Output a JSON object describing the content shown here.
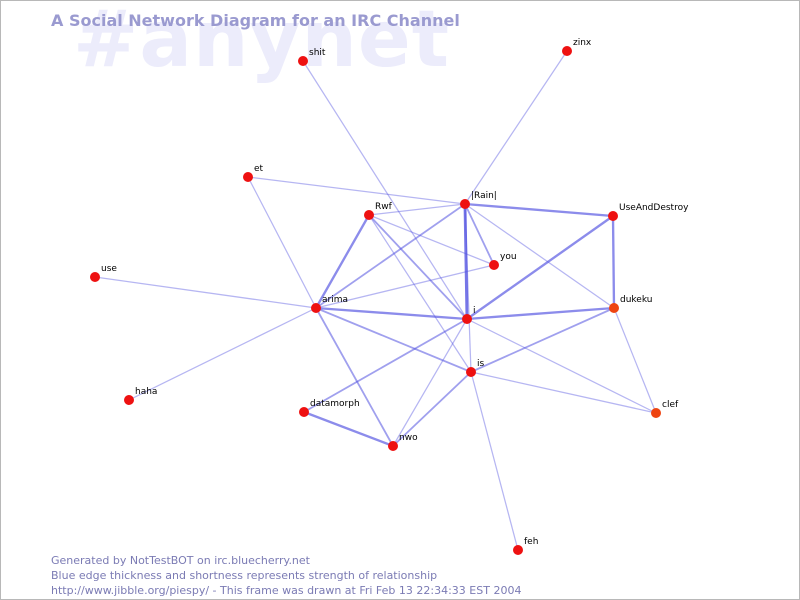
{
  "watermark": "#anynet",
  "title": "A Social Network Diagram for an IRC Channel",
  "footer": {
    "line1": "Generated by NotTestBOT on irc.bluecherry.net",
    "line2": "Blue edge thickness and shortness represents strength of relationship",
    "line3": "http://www.jibble.org/piespy/ - This frame was drawn at Fri Feb 13 22:34:33 EST 2004"
  },
  "colors": {
    "edge": "#5050e0",
    "node_red": "#ee1111",
    "node_orange": "#ee4411",
    "title": "#9a9ad0",
    "watermark": "#ececfb"
  },
  "nodes": [
    {
      "id": "shit",
      "label": "shit",
      "color": "red"
    },
    {
      "id": "zinx",
      "label": "zinx",
      "color": "red"
    },
    {
      "id": "et",
      "label": "et",
      "color": "red"
    },
    {
      "id": "Rain",
      "label": "|Rain|",
      "color": "red"
    },
    {
      "id": "UseAndDestroy",
      "label": "UseAndDestroy",
      "color": "red"
    },
    {
      "id": "Rwf",
      "label": "Rwf",
      "color": "red"
    },
    {
      "id": "you",
      "label": "you",
      "color": "red"
    },
    {
      "id": "use",
      "label": "use",
      "color": "red"
    },
    {
      "id": "arima",
      "label": "arima",
      "color": "red"
    },
    {
      "id": "i",
      "label": "i",
      "color": "red"
    },
    {
      "id": "dukeku",
      "label": "dukeku",
      "color": "orange"
    },
    {
      "id": "is",
      "label": "is",
      "color": "red"
    },
    {
      "id": "haha",
      "label": "haha",
      "color": "red"
    },
    {
      "id": "datamorph",
      "label": "datamorph",
      "color": "red"
    },
    {
      "id": "clef",
      "label": "clef",
      "color": "orange"
    },
    {
      "id": "nwo",
      "label": "nwo",
      "color": "red"
    },
    {
      "id": "feh",
      "label": "feh",
      "color": "red"
    }
  ],
  "edges": [
    {
      "from": "shit",
      "to": "i",
      "strength": 1
    },
    {
      "from": "zinx",
      "to": "Rain",
      "strength": 1
    },
    {
      "from": "et",
      "to": "Rain",
      "strength": 1
    },
    {
      "from": "et",
      "to": "arima",
      "strength": 1
    },
    {
      "from": "Rain",
      "to": "UseAndDestroy",
      "strength": 3
    },
    {
      "from": "Rain",
      "to": "i",
      "strength": 4
    },
    {
      "from": "Rain",
      "to": "you",
      "strength": 2
    },
    {
      "from": "Rain",
      "to": "Rwf",
      "strength": 1
    },
    {
      "from": "Rain",
      "to": "arima",
      "strength": 2
    },
    {
      "from": "Rain",
      "to": "dukeku",
      "strength": 1
    },
    {
      "from": "Rain",
      "to": "is",
      "strength": 1
    },
    {
      "from": "UseAndDestroy",
      "to": "dukeku",
      "strength": 3
    },
    {
      "from": "UseAndDestroy",
      "to": "i",
      "strength": 3
    },
    {
      "from": "Rwf",
      "to": "arima",
      "strength": 3
    },
    {
      "from": "Rwf",
      "to": "you",
      "strength": 1
    },
    {
      "from": "Rwf",
      "to": "i",
      "strength": 2
    },
    {
      "from": "Rwf",
      "to": "is",
      "strength": 1
    },
    {
      "from": "arima",
      "to": "you",
      "strength": 1
    },
    {
      "from": "arima",
      "to": "i",
      "strength": 3
    },
    {
      "from": "arima",
      "to": "is",
      "strength": 2
    },
    {
      "from": "arima",
      "to": "use",
      "strength": 1
    },
    {
      "from": "arima",
      "to": "haha",
      "strength": 1
    },
    {
      "from": "arima",
      "to": "nwo",
      "strength": 2
    },
    {
      "from": "i",
      "to": "dukeku",
      "strength": 3
    },
    {
      "from": "i",
      "to": "datamorph",
      "strength": 2
    },
    {
      "from": "i",
      "to": "nwo",
      "strength": 1
    },
    {
      "from": "i",
      "to": "clef",
      "strength": 1
    },
    {
      "from": "dukeku",
      "to": "is",
      "strength": 2
    },
    {
      "from": "dukeku",
      "to": "clef",
      "strength": 1
    },
    {
      "from": "is",
      "to": "clef",
      "strength": 1
    },
    {
      "from": "is",
      "to": "nwo",
      "strength": 2
    },
    {
      "from": "is",
      "to": "feh",
      "strength": 1
    },
    {
      "from": "datamorph",
      "to": "nwo",
      "strength": 3
    }
  ]
}
